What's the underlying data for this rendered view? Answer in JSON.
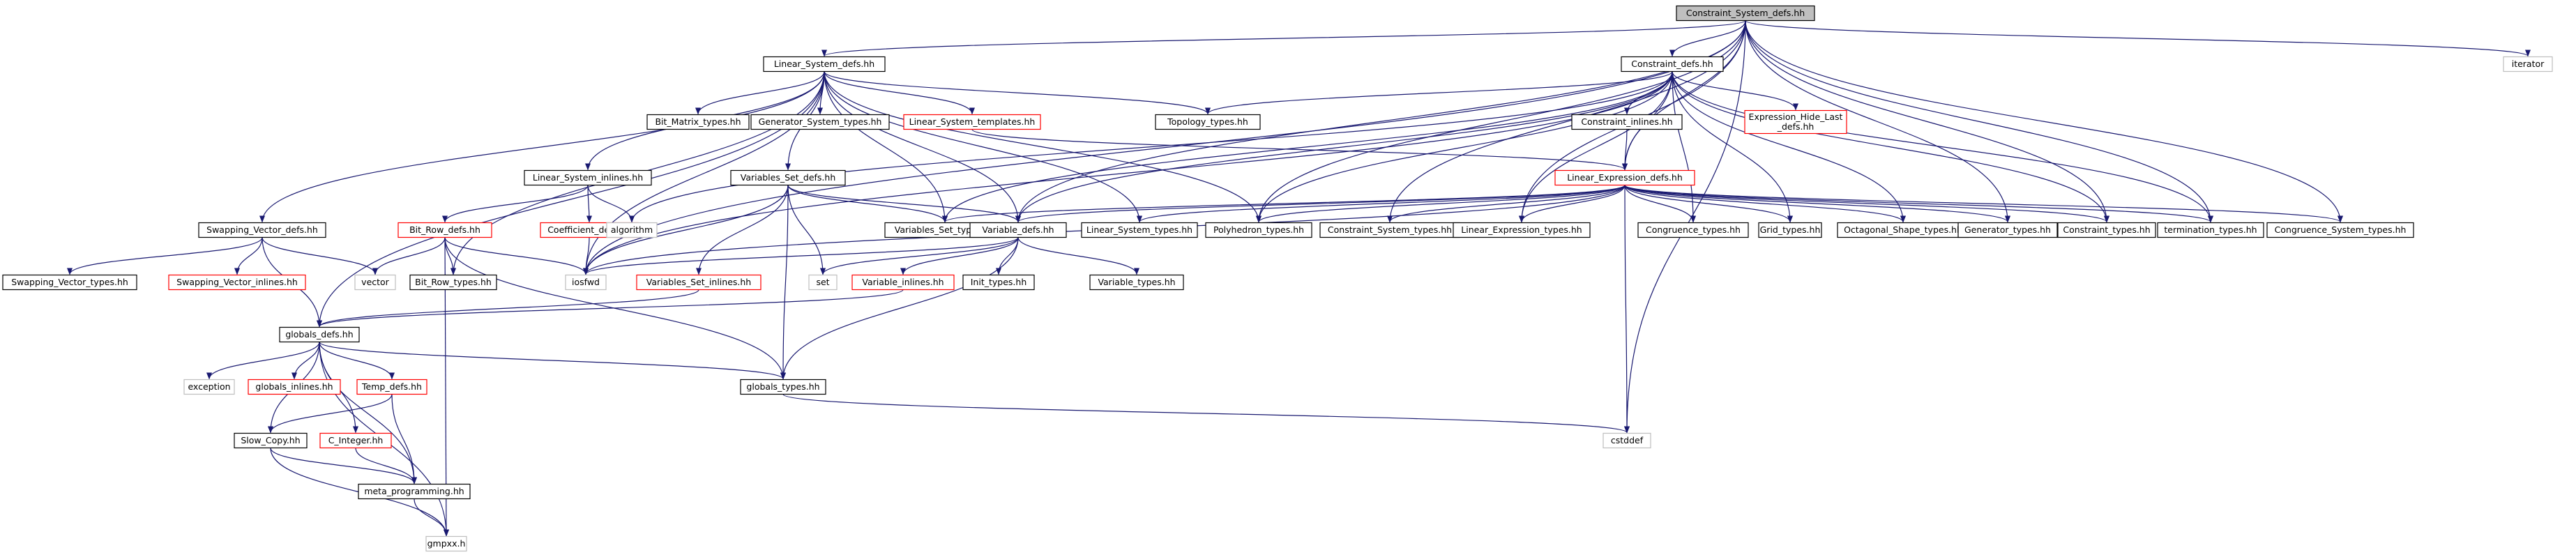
{
  "colors": {
    "edge": "#191970",
    "border_normal": "#000000",
    "border_red": "#ff0000",
    "border_gray": "#bfbfbf",
    "fill_root": "#bfbfbf",
    "fill": "#ffffff"
  },
  "nodes": [
    {
      "id": "csd",
      "label": "Constraint_System_defs.hh",
      "style": "root"
    },
    {
      "id": "lsd",
      "label": "Linear_System_defs.hh",
      "style": "normal"
    },
    {
      "id": "cd",
      "label": "Constraint_defs.hh",
      "style": "normal"
    },
    {
      "id": "iterator",
      "label": "iterator",
      "style": "gray"
    },
    {
      "id": "bmt",
      "label": "Bit_Matrix_types.hh",
      "style": "normal"
    },
    {
      "id": "gst",
      "label": "Generator_System_types.hh",
      "style": "normal"
    },
    {
      "id": "lstpl",
      "label": "Linear_System_templates.hh",
      "style": "red"
    },
    {
      "id": "topo",
      "label": "Topology_types.hh",
      "style": "normal"
    },
    {
      "id": "ci",
      "label": "Constraint_inlines.hh",
      "style": "normal"
    },
    {
      "id": "ehl",
      "label": [
        "Expression_Hide_Last",
        "_defs.hh"
      ],
      "style": "red"
    },
    {
      "id": "lsi",
      "label": "Linear_System_inlines.hh",
      "style": "normal"
    },
    {
      "id": "vsd",
      "label": "Variables_Set_defs.hh",
      "style": "normal"
    },
    {
      "id": "led",
      "label": "Linear_Expression_defs.hh",
      "style": "red"
    },
    {
      "id": "brd",
      "label": "Bit_Row_defs.hh",
      "style": "red"
    },
    {
      "id": "coefd",
      "label": "Coefficient_defs.hh",
      "style": "red"
    },
    {
      "id": "algorithm",
      "label": "algorithm",
      "style": "gray"
    },
    {
      "id": "svd",
      "label": "Swapping_Vector_defs.hh",
      "style": "normal"
    },
    {
      "id": "vst",
      "label": "Variables_Set_types.hh",
      "style": "normal"
    },
    {
      "id": "vd",
      "label": "Variable_defs.hh",
      "style": "normal"
    },
    {
      "id": "lst",
      "label": "Linear_System_types.hh",
      "style": "normal"
    },
    {
      "id": "pt",
      "label": "Polyhedron_types.hh",
      "style": "normal"
    },
    {
      "id": "cst",
      "label": "Constraint_System_types.hh",
      "style": "normal"
    },
    {
      "id": "let",
      "label": "Linear_Expression_types.hh",
      "style": "normal"
    },
    {
      "id": "congt",
      "label": "Congruence_types.hh",
      "style": "normal"
    },
    {
      "id": "gridt",
      "label": "Grid_types.hh",
      "style": "normal"
    },
    {
      "id": "ost",
      "label": "Octagonal_Shape_types.hh",
      "style": "normal"
    },
    {
      "id": "gent",
      "label": "Generator_types.hh",
      "style": "normal"
    },
    {
      "id": "ct",
      "label": "Constraint_types.hh",
      "style": "normal"
    },
    {
      "id": "tt",
      "label": "termination_types.hh",
      "style": "normal"
    },
    {
      "id": "cgst",
      "label": "Congruence_System_types.hh",
      "style": "normal"
    },
    {
      "id": "svt",
      "label": "Swapping_Vector_types.hh",
      "style": "normal"
    },
    {
      "id": "svi",
      "label": "Swapping_Vector_inlines.hh",
      "style": "red"
    },
    {
      "id": "vector",
      "label": "vector",
      "style": "gray"
    },
    {
      "id": "brt",
      "label": "Bit_Row_types.hh",
      "style": "normal"
    },
    {
      "id": "iosfwd",
      "label": "iosfwd",
      "style": "gray"
    },
    {
      "id": "vsi",
      "label": "Variables_Set_inlines.hh",
      "style": "red"
    },
    {
      "id": "set",
      "label": "set",
      "style": "gray"
    },
    {
      "id": "vi",
      "label": "Variable_inlines.hh",
      "style": "red"
    },
    {
      "id": "it",
      "label": "Init_types.hh",
      "style": "normal"
    },
    {
      "id": "vt",
      "label": "Variable_types.hh",
      "style": "normal"
    },
    {
      "id": "gd",
      "label": "globals_defs.hh",
      "style": "normal"
    },
    {
      "id": "exception",
      "label": "exception",
      "style": "gray"
    },
    {
      "id": "gi",
      "label": "globals_inlines.hh",
      "style": "red"
    },
    {
      "id": "tempd",
      "label": "Temp_defs.hh",
      "style": "red"
    },
    {
      "id": "gt",
      "label": "globals_types.hh",
      "style": "normal"
    },
    {
      "id": "sc",
      "label": "Slow_Copy.hh",
      "style": "normal"
    },
    {
      "id": "cint",
      "label": "C_Integer.hh",
      "style": "red"
    },
    {
      "id": "meta",
      "label": "meta_programming.hh",
      "style": "normal"
    },
    {
      "id": "gmpxx",
      "label": "gmpxx.h",
      "style": "gray"
    },
    {
      "id": "cstddef",
      "label": "cstddef",
      "style": "gray"
    }
  ],
  "edges": [
    [
      "csd",
      "lsd"
    ],
    [
      "csd",
      "cd"
    ],
    [
      "csd",
      "iterator"
    ],
    [
      "csd",
      "cstddef"
    ],
    [
      "csd",
      "iosfwd"
    ],
    [
      "csd",
      "led"
    ],
    [
      "csd",
      "vd"
    ],
    [
      "csd",
      "pt"
    ],
    [
      "csd",
      "cst"
    ],
    [
      "csd",
      "let"
    ],
    [
      "csd",
      "gent"
    ],
    [
      "csd",
      "ct"
    ],
    [
      "csd",
      "tt"
    ],
    [
      "csd",
      "cgst"
    ],
    [
      "lsd",
      "bmt"
    ],
    [
      "lsd",
      "gst"
    ],
    [
      "lsd",
      "lstpl"
    ],
    [
      "lsd",
      "topo"
    ],
    [
      "lsd",
      "lsi"
    ],
    [
      "lsd",
      "vsd"
    ],
    [
      "lsd",
      "svd"
    ],
    [
      "lsd",
      "vd"
    ],
    [
      "lsd",
      "lst"
    ],
    [
      "lsd",
      "pt"
    ],
    [
      "lsd",
      "brt"
    ],
    [
      "lsd",
      "gd"
    ],
    [
      "lsd",
      "iosfwd"
    ],
    [
      "lsd",
      "vst"
    ],
    [
      "lstpl",
      "led"
    ],
    [
      "cd",
      "topo"
    ],
    [
      "cd",
      "ci"
    ],
    [
      "cd",
      "ehl"
    ],
    [
      "cd",
      "led"
    ],
    [
      "cd",
      "vd"
    ],
    [
      "cd",
      "vst"
    ],
    [
      "cd",
      "congt"
    ],
    [
      "cd",
      "gridt"
    ],
    [
      "cd",
      "ost"
    ],
    [
      "cd",
      "ct"
    ],
    [
      "cd",
      "tt"
    ],
    [
      "cd",
      "pt"
    ],
    [
      "cd",
      "iosfwd"
    ],
    [
      "cd",
      "algorithm"
    ],
    [
      "cd",
      "let"
    ],
    [
      "ci",
      "led"
    ],
    [
      "lsi",
      "brd"
    ],
    [
      "lsi",
      "coefd"
    ],
    [
      "lsi",
      "algorithm"
    ],
    [
      "brd",
      "vector"
    ],
    [
      "brd",
      "brt"
    ],
    [
      "brd",
      "iosfwd"
    ],
    [
      "brd",
      "gmpxx"
    ],
    [
      "brd",
      "gt"
    ],
    [
      "coefd",
      "iosfwd"
    ],
    [
      "vsd",
      "vst"
    ],
    [
      "vsd",
      "vd"
    ],
    [
      "vsd",
      "iosfwd"
    ],
    [
      "vsd",
      "vsi"
    ],
    [
      "vsd",
      "set"
    ],
    [
      "vsd",
      "gt"
    ],
    [
      "vsi",
      "gd"
    ],
    [
      "led",
      "vd"
    ],
    [
      "led",
      "lst"
    ],
    [
      "led",
      "pt"
    ],
    [
      "led",
      "cst"
    ],
    [
      "led",
      "let"
    ],
    [
      "led",
      "congt"
    ],
    [
      "led",
      "gridt"
    ],
    [
      "led",
      "ost"
    ],
    [
      "led",
      "gent"
    ],
    [
      "led",
      "ct"
    ],
    [
      "led",
      "tt"
    ],
    [
      "led",
      "cgst"
    ],
    [
      "led",
      "cstddef"
    ],
    [
      "led",
      "iosfwd"
    ],
    [
      "led",
      "vst"
    ],
    [
      "vd",
      "iosfwd"
    ],
    [
      "vd",
      "set"
    ],
    [
      "vd",
      "vi"
    ],
    [
      "vd",
      "it"
    ],
    [
      "vd",
      "vt"
    ],
    [
      "vd",
      "gt"
    ],
    [
      "vi",
      "gd"
    ],
    [
      "svd",
      "svt"
    ],
    [
      "svd",
      "svi"
    ],
    [
      "svd",
      "vector"
    ],
    [
      "svd",
      "gd"
    ],
    [
      "gd",
      "exception"
    ],
    [
      "gd",
      "gi"
    ],
    [
      "gd",
      "tempd"
    ],
    [
      "gd",
      "gt"
    ],
    [
      "gd",
      "sc"
    ],
    [
      "gd",
      "meta"
    ],
    [
      "gd",
      "gmpxx"
    ],
    [
      "gd",
      "cint"
    ],
    [
      "tempd",
      "sc"
    ],
    [
      "tempd",
      "meta"
    ],
    [
      "cint",
      "meta"
    ],
    [
      "sc",
      "meta"
    ],
    [
      "sc",
      "gmpxx"
    ],
    [
      "meta",
      "gmpxx"
    ],
    [
      "gt",
      "cstddef"
    ]
  ]
}
